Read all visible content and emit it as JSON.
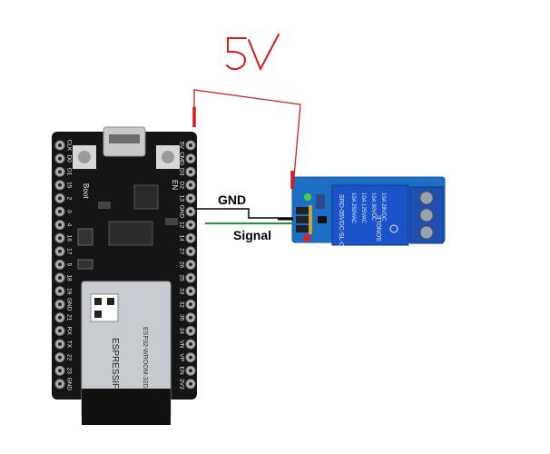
{
  "annotations": {
    "supply_label": "5V",
    "gnd_label": "GND",
    "signal_label": "Signal"
  },
  "esp32_board": {
    "module_brand": "ESPRESSIF",
    "module_model": "ESP32-WROOM-32D",
    "boot_button_label": "Boot",
    "en_button_label": "EN",
    "left_pins": [
      "CLK",
      "D0",
      "D1",
      "15",
      "2",
      "0",
      "4",
      "16",
      "17",
      "5",
      "18",
      "19",
      "GND",
      "21",
      "RX",
      "TX",
      "22",
      "23",
      "GND"
    ],
    "right_pins": [
      "5V",
      "CMD",
      "D3",
      "D2",
      "13",
      "GND",
      "12",
      "14",
      "27",
      "26",
      "25",
      "33",
      "32",
      "35",
      "34",
      "VN",
      "VP",
      "EN",
      "3V3"
    ]
  },
  "relay_module": {
    "relay_model": "SRD-05VDC-SL-C",
    "relay_brand": "SONGLE",
    "relay_ratings": [
      "10A 250VAC",
      "10A 125VAC",
      "10A 30VDC",
      "10A 28VDC"
    ]
  },
  "colors": {
    "wire_5v": "#d81a1a",
    "wire_gnd": "#000000",
    "wire_signal": "#1e9b30",
    "board_pcb": "#151515",
    "relay_pcb": "#1d6fc4",
    "relay_body": "#1a54c8"
  }
}
